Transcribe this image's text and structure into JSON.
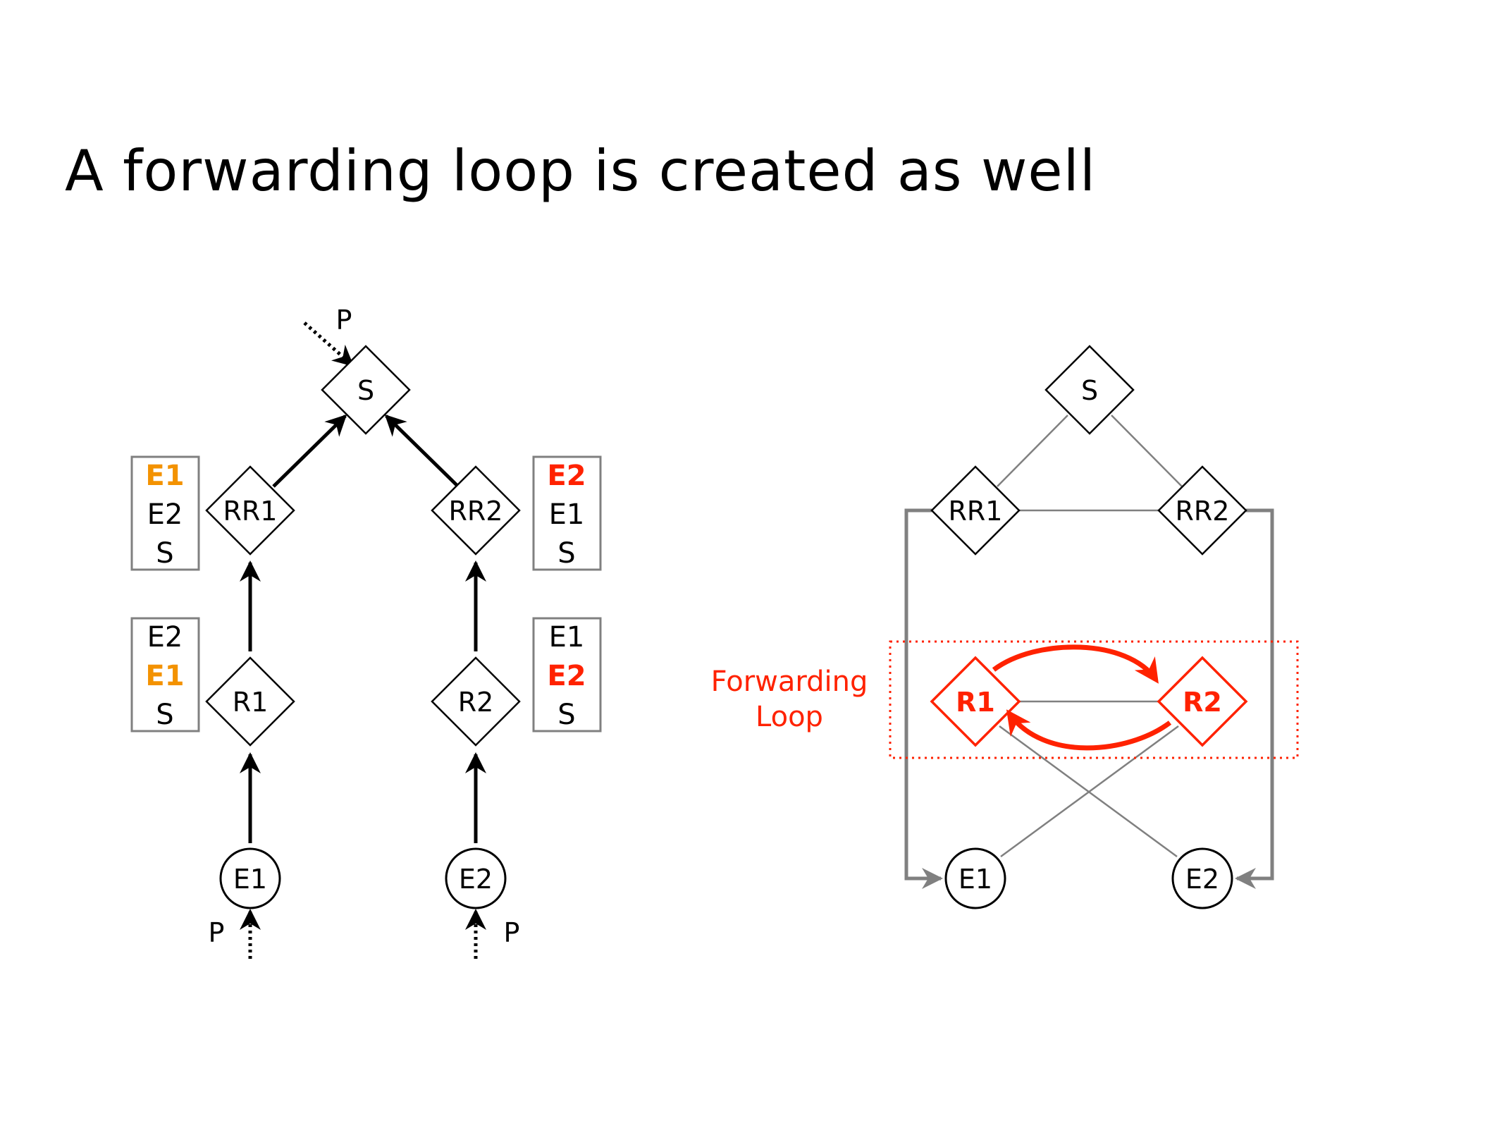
{
  "title": "A forwarding loop is created as well",
  "colors": {
    "black": "#000000",
    "gray": "#808080",
    "red": "#ff2200",
    "orange": "#f39200"
  },
  "left": {
    "prefix_label": "P",
    "nodes": {
      "S": "S",
      "RR1": "RR1",
      "RR2": "RR2",
      "R1": "R1",
      "R2": "R2",
      "E1": "E1",
      "E2": "E2"
    },
    "inject_labels": {
      "E1": "P",
      "E2": "P"
    },
    "tables": {
      "rr1": [
        {
          "text": "E1",
          "color": "#f39200",
          "bold": true
        },
        {
          "text": "E2"
        },
        {
          "text": "S"
        }
      ],
      "rr2": [
        {
          "text": "E2",
          "color": "#ff2200",
          "bold": true
        },
        {
          "text": "E1"
        },
        {
          "text": "S"
        }
      ],
      "r1": [
        {
          "text": "E2"
        },
        {
          "text": "E1",
          "color": "#f39200",
          "bold": true
        },
        {
          "text": "S"
        }
      ],
      "r2": [
        {
          "text": "E1"
        },
        {
          "text": "E2",
          "color": "#ff2200",
          "bold": true
        },
        {
          "text": "S"
        }
      ]
    }
  },
  "right": {
    "nodes": {
      "S": "S",
      "RR1": "RR1",
      "RR2": "RR2",
      "R1": "R1",
      "R2": "R2",
      "E1": "E1",
      "E2": "E2"
    },
    "loop_label_line1": "Forwarding",
    "loop_label_line2": "Loop"
  }
}
